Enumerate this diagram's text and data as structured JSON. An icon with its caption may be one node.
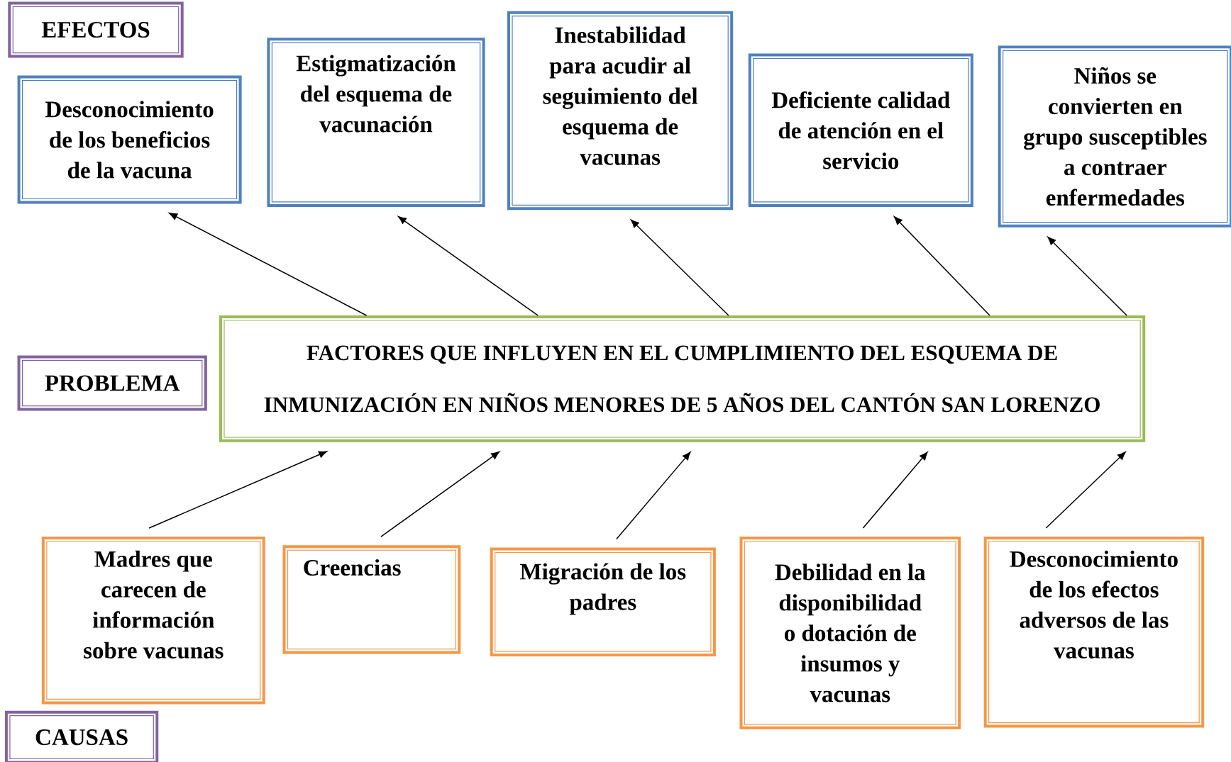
{
  "diagram": {
    "nodes": [
      {
        "text": [
          "EFECTOS"
        ]
      },
      {
        "text": [
          "Desconocimiento de los beneficios de la vacuna"
        ]
      },
      {
        "text": [
          "Estigmatización del esquema de vacunación"
        ]
      },
      {
        "text": [
          "Inestabilidad para acudir al seguimiento del esquema de vacunas"
        ]
      },
      {
        "text": [
          "Deficiente calidad de atención en el servicio"
        ]
      },
      {
        "text": [
          "Niños se convierten en grupo susceptibles a contraer enfermedades"
        ]
      },
      {
        "text": [
          "PROBLEMA"
        ]
      },
      {
        "text": [
          "FACTORES QUE INFLUYEN EN EL CUMPLIMIENTO DEL ESQUEMA DE INMUNIZACIÓN EN NIÑOS MENORES DE 5 AÑOS DEL CANTÓN SAN LORENZO"
        ]
      },
      {
        "text": [
          "Madres que carecen de información sobre vacunas"
        ]
      },
      {
        "text": [
          "Creencias"
        ]
      },
      {
        "text": [
          "Migración de los padres"
        ]
      },
      {
        "text": [
          "Debilidad en la disponibilidad o dotación de insumos y vacunas"
        ]
      },
      {
        "text": [
          "Desconocimiento de los efectos adversos de las vacunas"
        ]
      },
      {
        "text": [
          "CAUSAS"
        ]
      }
    ],
    "edges": [
      {
        "from": 7,
        "to": 1,
        "arrow": "to"
      },
      {
        "from": 7,
        "to": 2,
        "arrow": "to"
      },
      {
        "from": 7,
        "to": 3,
        "arrow": "to"
      },
      {
        "from": 7,
        "to": 4,
        "arrow": "to"
      },
      {
        "from": 7,
        "to": 5,
        "arrow": "to"
      },
      {
        "from": 8,
        "to": 7,
        "arrow": "to"
      },
      {
        "from": 9,
        "to": 7,
        "arrow": "to"
      },
      {
        "from": 10,
        "to": 7,
        "arrow": "to"
      },
      {
        "from": 11,
        "to": 7,
        "arrow": "to"
      },
      {
        "from": 12,
        "to": 7,
        "arrow": "to"
      }
    ]
  }
}
